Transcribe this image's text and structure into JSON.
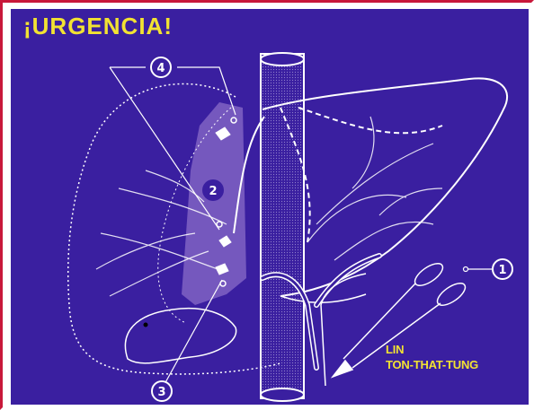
{
  "title": "¡URGENCIA!",
  "author": {
    "line1": "LIN",
    "line2": "TON-THAT-TUNG"
  },
  "callouts": [
    {
      "label": "1"
    },
    {
      "label": "2"
    },
    {
      "label": "3"
    },
    {
      "label": "4"
    }
  ],
  "colors": {
    "background": "#3a1fa0",
    "title": "#f2e232",
    "lines": "#ffffff",
    "segment_highlight": "#8a6cc8"
  }
}
